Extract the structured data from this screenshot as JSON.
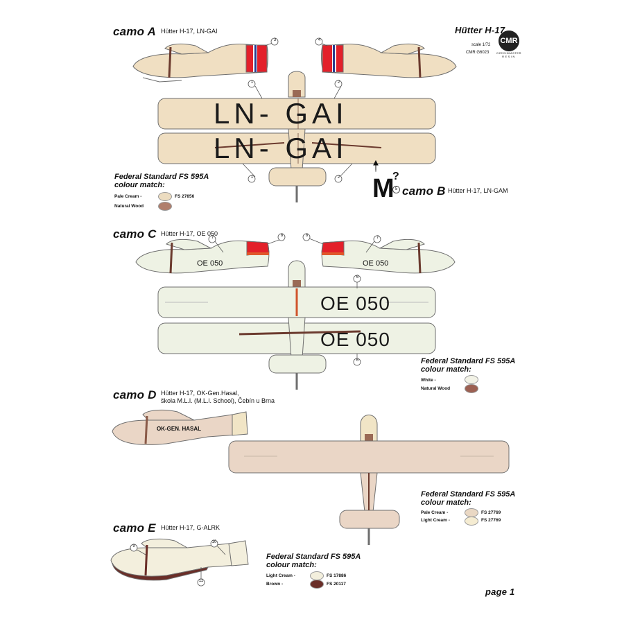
{
  "header": {
    "title": "Hütter H-17",
    "scale": "scale 1/72",
    "code": "CMR G6023",
    "logo_text": "CMR",
    "logo_sub1": "CZECHMASTER",
    "logo_sub2": "RESIN"
  },
  "camo_a": {
    "label": "camo A",
    "desc": "Hütter H-17, LN-GAI",
    "registration": "LN- GAI",
    "callouts": [
      "1",
      "2",
      "3",
      "4"
    ]
  },
  "camo_b": {
    "label": "camo B",
    "desc": "Hütter H-17, LN-GAM",
    "mark": "M",
    "question": "?",
    "callout": "5"
  },
  "fs1": {
    "title1": "Federal Standard FS 595A",
    "title2": "colour match:",
    "colors": [
      {
        "name": "Pale Cream -",
        "fs": "FS 27856",
        "hex": "#ecdcc0"
      },
      {
        "name": "Natural Wood",
        "fs": "",
        "hex": "#b07e6c"
      }
    ]
  },
  "camo_c": {
    "label": "camo C",
    "desc": "Hütter H-17, OE 050",
    "registration": "OE 050",
    "callouts": [
      "6",
      "7",
      "8"
    ]
  },
  "fs2": {
    "title1": "Federal Standard FS 595A",
    "title2": "colour match:",
    "colors": [
      {
        "name": "White -",
        "fs": "",
        "hex": "#f2f2e6"
      },
      {
        "name": "Natural Wood",
        "fs": "",
        "hex": "#9c6052"
      }
    ]
  },
  "camo_d": {
    "label": "camo D",
    "desc1": "Hütter H-17, OK-Gen.Hasal,",
    "desc2": "škola M.L.l. (M.L.l. School), Čebín u Brna",
    "registration": "OK-GEN. HASAL"
  },
  "fs3": {
    "title1": "Federal Standard FS 595A",
    "title2": "colour match:",
    "colors": [
      {
        "name": "Pale Cream -",
        "fs": "FS 27769",
        "hex": "#ead8c4"
      },
      {
        "name": "Light Cream -",
        "fs": "FS 27769",
        "hex": "#f5ecd2"
      }
    ]
  },
  "camo_e": {
    "label": "camo E",
    "desc": "Hütter H-17, G-ALRK",
    "callouts": [
      "9",
      "10",
      "11"
    ]
  },
  "fs4": {
    "title1": "Federal Standard FS 595A",
    "title2": "colour match:",
    "colors": [
      {
        "name": "Light Cream -",
        "fs": "FS 17886",
        "hex": "#f3efdd"
      },
      {
        "name": "Brown -",
        "fs": "FS 20117",
        "hex": "#6a2e28"
      }
    ]
  },
  "footer": {
    "page": "page 1"
  },
  "colors": {
    "pale_cream": "#f0dfc2",
    "white_green": "#eef2e4",
    "pale_cream_d": "#ead6c6",
    "outline": "#6e6e6e",
    "red": "#e3202a",
    "blue": "#2a3b8e",
    "wood": "#6b3a2e"
  }
}
